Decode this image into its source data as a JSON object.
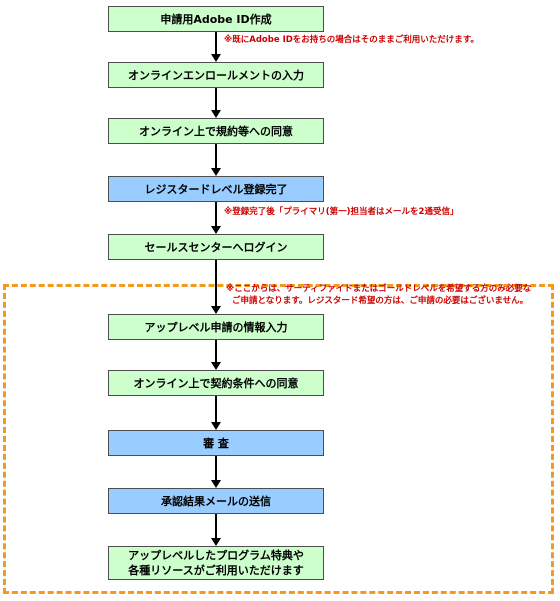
{
  "steps": [
    {
      "label": "申請用Adobe ID作成"
    },
    {
      "label": "オンラインエンロールメントの入力"
    },
    {
      "label": "オンライン上で規約等への同意"
    },
    {
      "label": "レジスタードレベル登録完了"
    },
    {
      "label": "セールスセンターへログイン"
    },
    {
      "label": "アップレベル申請の情報入力"
    },
    {
      "label": "オンライン上で契約条件への同意"
    },
    {
      "label": "審 査"
    },
    {
      "label": "承認結果メールの送信"
    },
    {
      "label_line1": "アップレベルしたプログラム特典や",
      "label_line2": "各種リソースがご利用いただけます"
    }
  ],
  "notes": {
    "adobe_id": "※既にAdobe IDをお持ちの場合はそのままご利用いただけます。",
    "registered": "※登録完了後「プライマリ(第一)担当者はメールを2通受信」",
    "upgrade_line1": "※ここからは、サーティファイドまたはゴールドレベルを希望する方のみ必要な",
    "upgrade_line2": "ご申請となります。レジスタード希望の方は、ご申請の必要はございません。"
  },
  "colors": {
    "green_box": "#ccffcc",
    "blue_box": "#99ccff",
    "note_text": "#cc0000",
    "dashed_border": "#f39a1e"
  }
}
